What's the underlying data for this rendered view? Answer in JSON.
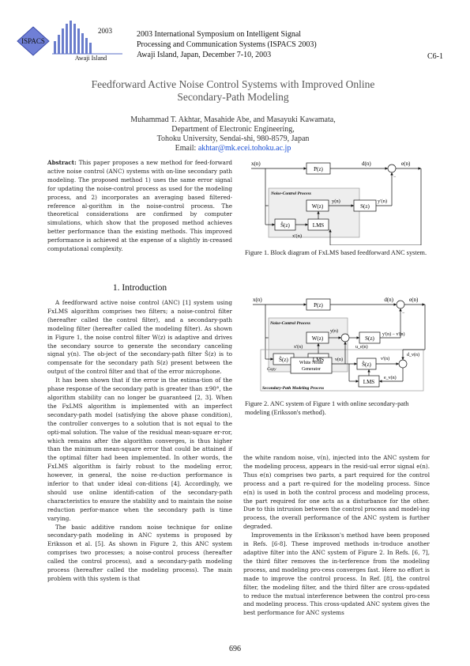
{
  "header": {
    "logo_text": "ISPACS",
    "logo_year": "2003",
    "logo_place": "Awaji Island",
    "line1": "2003 International Symposium on Intelligent Signal",
    "line2": "Processing and Communication Systems (ISPACS 2003)",
    "line3": "Awaji Island, Japan, December 7-10, 2003",
    "code": "C6-1"
  },
  "title": {
    "line1": "Feedforward Active Noise Control Systems with Improved Online",
    "line2": "Secondary-Path Modeling"
  },
  "authors": {
    "names": "Muhammad T. Akhtar, Masahide Abe, and Masayuki Kawamata,",
    "department": "Department of Electronic Engineering,",
    "university": "Tohoku University, Sendai-shi, 980-8579, Japan",
    "email_label": "Email:",
    "email": "akhtar@mk.ecei.tohoku.ac.jp"
  },
  "abstract": {
    "label": "Abstract:",
    "text": "This paper proposes a new method for feed-forward active noise control (ANC) systems with on-line secondary path modeling. The proposed method 1) uses the same error signal for updating the noise-control process as used for the modeling process, and 2) incorporates an averaging based filtered-reference al-gorithm in the noise-control process. The theoretical considerations are confirmed by computer simulations, which show that the proposed method achieves better performance than the existing methods. This improved performance is achieved at the expense of a slightly in-creased computational complexity."
  },
  "intro": {
    "heading": "1.  Introduction",
    "p1": "A feedforward active noise control (ANC) [1] system using FxLMS algorithm comprises two filters; a noise-control filter (hereafter called the control filter), and a secondary-path modeling filter (hereafter called the modeling filter). As shown in Figure 1, the noise control filter W(z) is adaptive and drives the secondary source to generate the secondary canceling signal y(n). The ob-ject of the secondary-path filter Ŝ(z) is to compensate for the secondary path S(z) present between the output of the control filter and that of the error microphone.",
    "p2": "It has been shown that if the error in the estima-tion of the phase response of the secondary path is greater than ±90°, the algorithm stability can no longer be guaranteed [2, 3]. When the FxLMS algorithm is implemented with an imperfect secondary-path model (satisfying the above phase condition), the controller converges to a solution that is not equal to the opti-mal solution. The value of the residual mean-square er-ror, which remains after the algorithm converges, is thus higher than the minimum mean-square error that could be attained if the optimal filter had been implemented. In other words, the FxLMS algorithm is fairly robust to the modeling error, however, in general, the noise re-duction performance is inferior to that under ideal con-ditions [4]. Accordingly, we should use online identifi-cation of the secondary-path characteristics to ensure the stability and to maintain the noise reduction perfor-mance when the secondary path is time varying.",
    "p3": "The basic additive random noise technique for online secondary-path modeling in ANC systems is proposed by Eriksson et al. [5]. As shown in Figure 2, this ANC system comprises two processes; a noise-control process (hereafter called the control process), and a secondary-path modeling process (hereafter called the modeling process). The main problem with this system is that"
  },
  "right_col": {
    "p1": "the white random noise, v(n), injected into the ANC system for the modeling process, appears in the resid-ual error signal e(n). Thus e(n) comprises two parts, a part required for the control process and a part re-quired for the modeling process. Since e(n) is used in both the control process and modeling process, the part required for one acts as a disturbance for the other. Due to this intrusion between the control process and model-ing process, the overall performance of the ANC system is further degraded.",
    "p2": "Improvements in the Eriksson's method have been proposed in Refs. [6-8]. These improved methods in-troduce another adaptive filter into the ANC system of Figure 2. In Refs. [6, 7], the third filter removes the in-terference from the modeling process, and modeling pro-cess converges fast. Here no effort is made to improve the control process. In Ref. [8], the control filter, the modeling filter, and the third filter are cross-updated to reduce the mutual interference between the control pro-cess and modeling process. This cross-updated ANC system gives the best performance for ANC systems"
  },
  "figure1": {
    "caption": "Figure 1. Block diagram of FxLMS based feedforward ANC system.",
    "labels": {
      "xn": "x(n)",
      "pz": "P(z)",
      "dn": "d(n)",
      "en": "e(n)",
      "ncp": "Noise-Control Process",
      "wz": "W(z)",
      "yn": "y(n)",
      "sz": "S(z)",
      "ypn": "y'(n)",
      "shat": "Ŝ(z)",
      "lms": "LMS",
      "xpn": "x'(n)",
      "minus": "−"
    }
  },
  "figure2": {
    "caption": "Figure 2. ANC system of Figure 1 with online secondary-path modeling (Eriksson's method).",
    "labels": {
      "xn": "x(n)",
      "pz": "P(z)",
      "dn": "d(n)",
      "en": "e(n)",
      "ncp": "Noise-Control Process",
      "wz": "W(z)",
      "yn": "y(n)",
      "sz": "S(z)",
      "diff": "y'(n) − v'(n)",
      "shat": "Ŝ(z)",
      "lms": "LMS",
      "xpn": "x'(n)",
      "vn": "v(n)",
      "vpn": "v'(n)",
      "wng1": "White Noise",
      "wng2": "Generator",
      "copy": "Copy",
      "smp": "Secondary-Path Modeling Process",
      "uen": "u_e(n)",
      "dvn": "d_v(n)",
      "evn": "e_v(n)",
      "minus": "−"
    }
  },
  "page_number": "696",
  "colors": {
    "title_gray": "#555555",
    "link_blue": "#1a4fd6",
    "logo_blue": "#5a6fc7"
  }
}
